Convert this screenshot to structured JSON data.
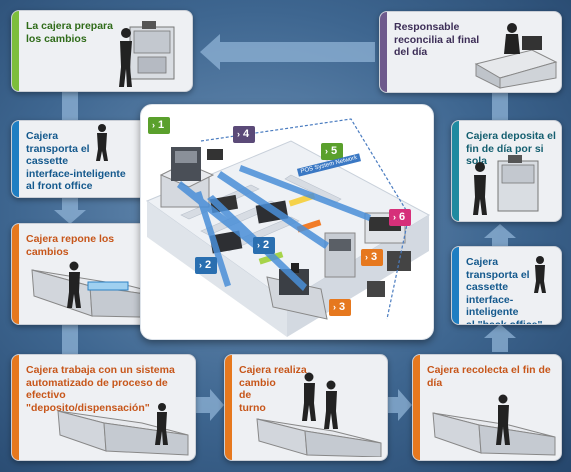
{
  "steps": {
    "s1": "La cajera prepara\nlos cambios",
    "s2": "Cajera\ntransporta el\ncassette\ninterface-inteligente\nal front office",
    "s3": "Cajera repone los\ncambios",
    "s4": "Cajera trabaja con un sistema\nautomatizado de proceso de efectivo\n\"deposito/dispensación\"",
    "s5": "Cajera realiza\ncambio\nde\nturno",
    "s6": "Cajera recolecta el fin de día",
    "s7": "Cajera\ntransporta el\ncassette\ninterface-inteligente\nal \"back office\"",
    "s8": "Cajera deposita el\nfin de día por si sola",
    "s9": "Responsable\nreconcilia al final\ndel día"
  },
  "diagram": {
    "tags": [
      "1",
      "4",
      "5",
      "6",
      "2",
      "2",
      "3",
      "3"
    ],
    "network_label": "POS System Network"
  },
  "colors": {
    "green": "#7dbe3c",
    "blue": "#1f7ec2",
    "orange": "#e6781e",
    "purple": "#6e5a8c",
    "teal": "#1f8aa0",
    "pink": "#d6307a",
    "tag_dark_blue": "#2a5d9a"
  }
}
